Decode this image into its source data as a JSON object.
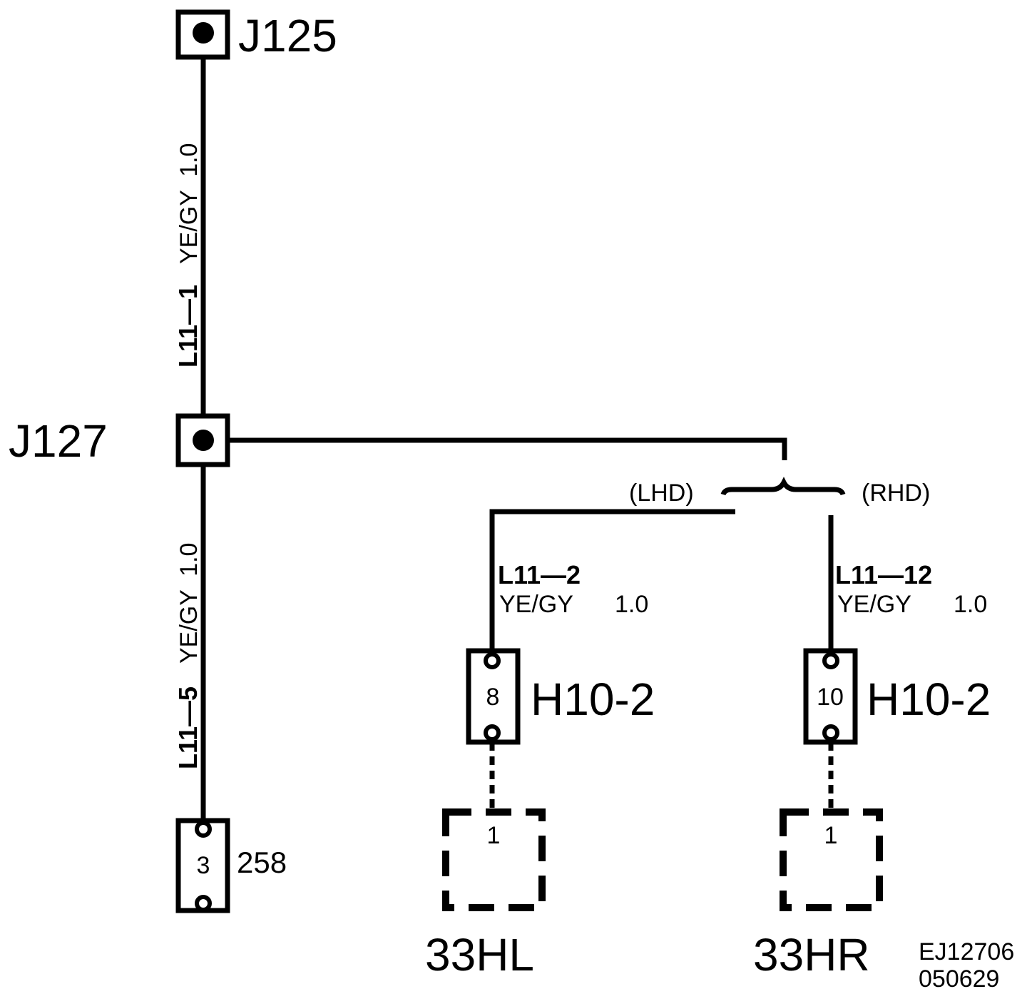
{
  "connectors": {
    "top": {
      "label": "J125"
    },
    "splice": {
      "label": "J127"
    },
    "bottom": {
      "label": "258",
      "pin": "3"
    },
    "left_h10": {
      "label": "H10-2",
      "pin": "8"
    },
    "right_h10": {
      "label": "H10-2",
      "pin": "10"
    }
  },
  "wires": {
    "w1": {
      "id": "L11—1",
      "spec": "YE/GY  1.0"
    },
    "w5": {
      "id": "L11—5",
      "spec": "YE/GY  1.0"
    },
    "w2": {
      "id": "L11—2",
      "color": "YE/GY",
      "size": "1.0"
    },
    "w12": {
      "id": "L11—12",
      "color": "YE/GY",
      "size": "1.0"
    }
  },
  "options": {
    "lhd": "(LHD)",
    "rhd": "(RHD)"
  },
  "components": {
    "left": {
      "label": "33HL",
      "pin": "1"
    },
    "right": {
      "label": "33HR",
      "pin": "1"
    }
  },
  "drawing_ref": {
    "line1": "EJ12706",
    "line2": "050629"
  }
}
